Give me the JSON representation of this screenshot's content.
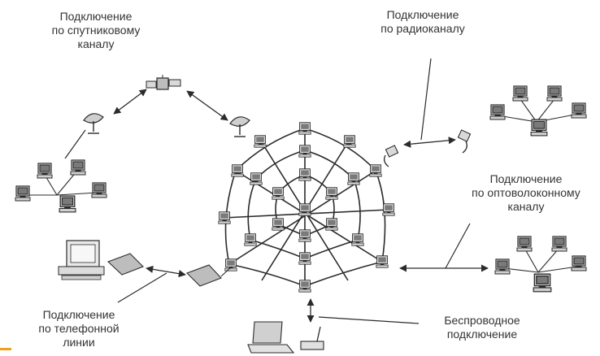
{
  "labels": {
    "satellite": [
      "Подключение",
      "по спутниковому",
      "каналу"
    ],
    "radio": [
      "Подключение",
      "по радиоканалу"
    ],
    "fiber": [
      "Подключение",
      "по оптоволоконному",
      "каналу"
    ],
    "phone": [
      "Подключение",
      "по телефонной",
      "линии"
    ],
    "wireless": [
      "Беспроводное",
      "подключение"
    ]
  },
  "colors": {
    "ink": "#2b2b2b",
    "text": "#333333",
    "device_fill": "#d9d9d9",
    "accent": "#f0a020"
  },
  "icons": [
    "satellite-icon",
    "satellite-dish-icon",
    "radio-tower-icon",
    "computer-icon",
    "modem-icon",
    "laptop-icon",
    "access-point-icon"
  ]
}
